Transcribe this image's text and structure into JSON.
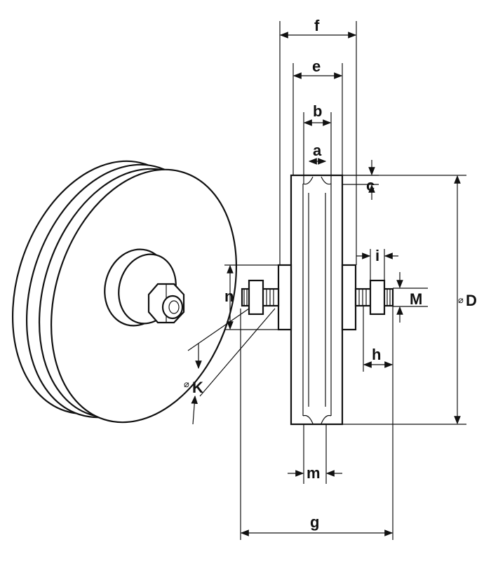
{
  "labels": {
    "f": "f",
    "e": "e",
    "b": "b",
    "a": "a",
    "c": "c",
    "D_prefix": "⌀",
    "D": "D",
    "i": "i",
    "M": "M",
    "n": "n",
    "h": "h",
    "K_prefix": "⌀",
    "K": "K",
    "m": "m",
    "g": "g"
  }
}
